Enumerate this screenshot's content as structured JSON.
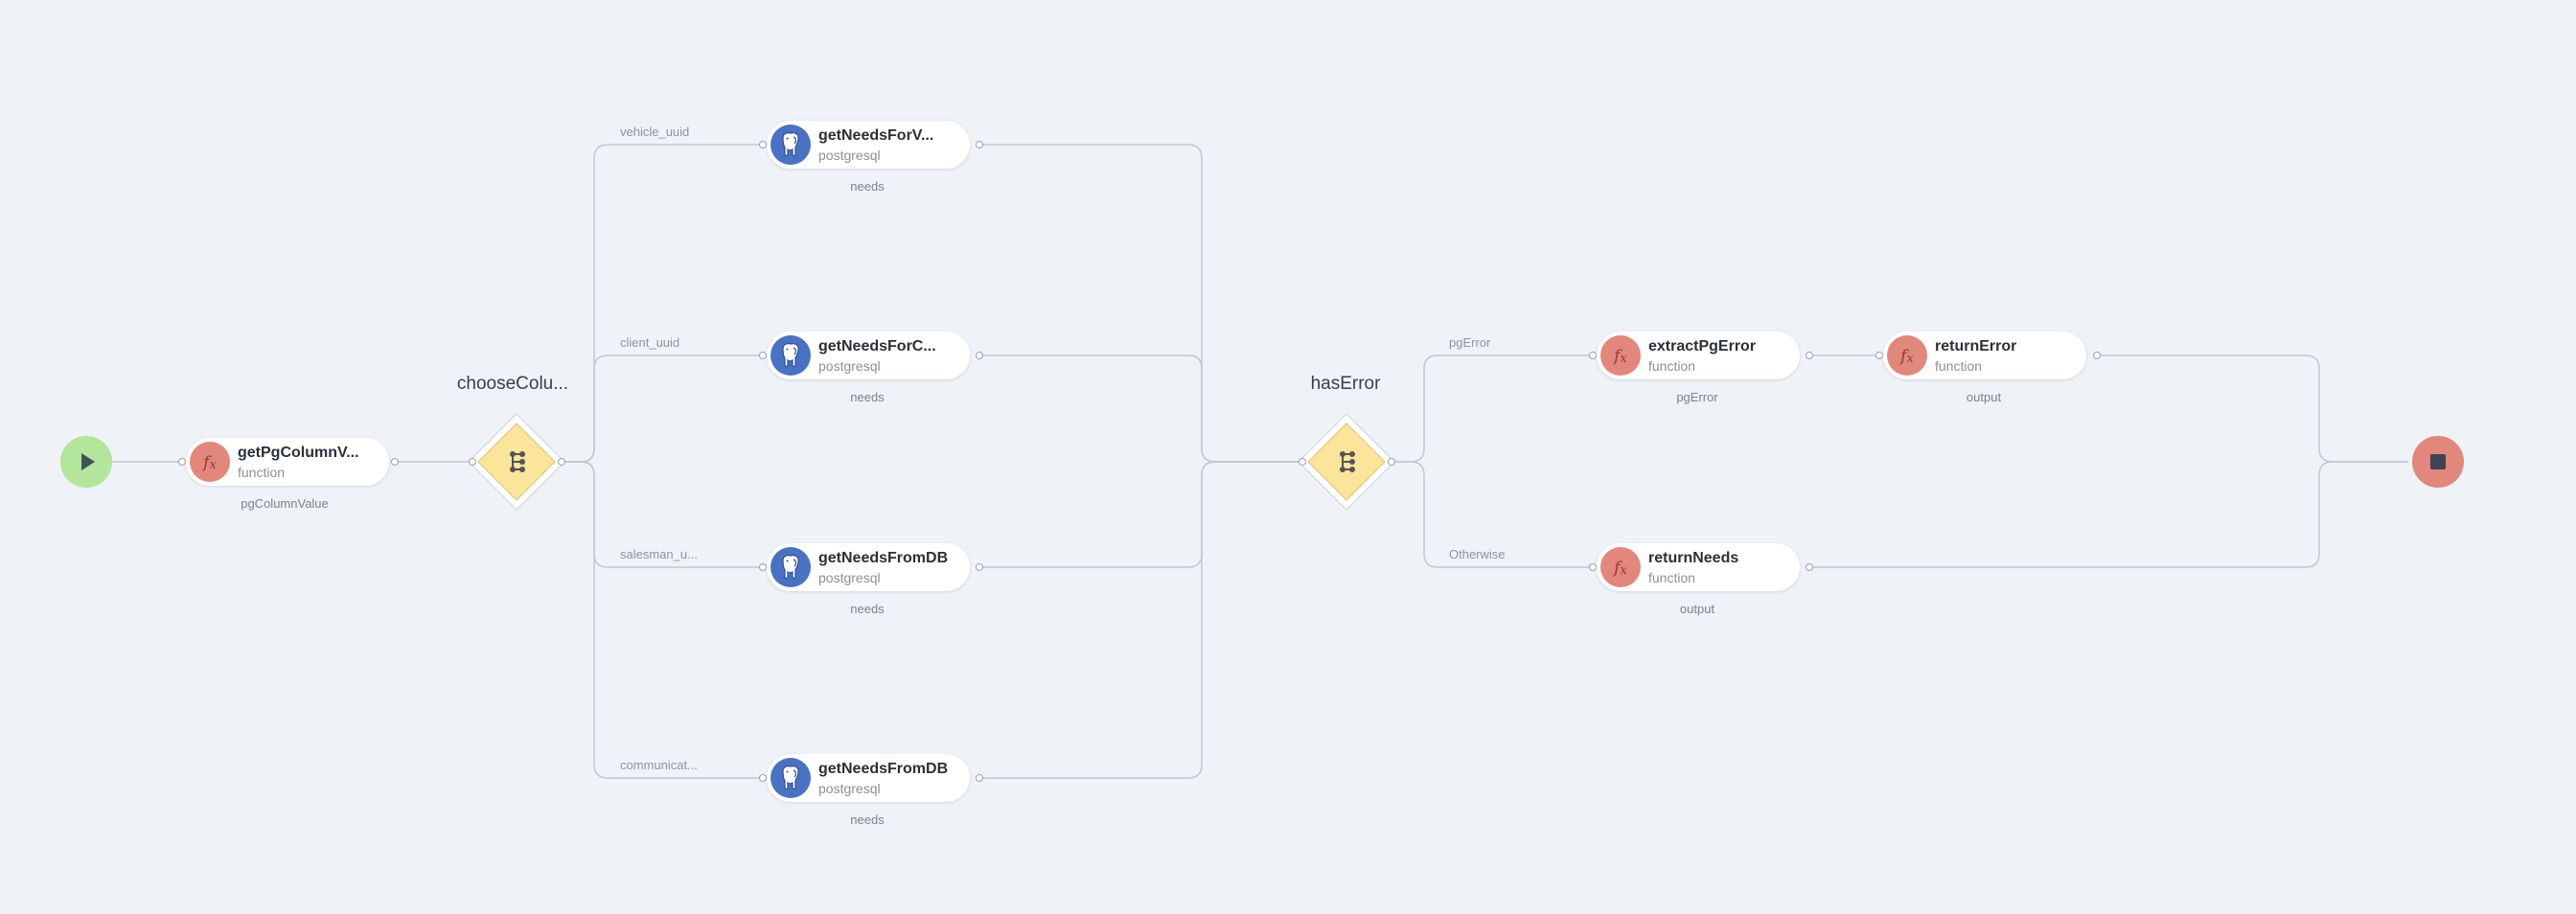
{
  "colors": {
    "background": "#eff2f7",
    "edge": "#c2c7d0",
    "start": "#b3e59a",
    "start_icon": "#41515d",
    "end": "#e3867b",
    "end_icon": "#3f4550",
    "function_icon_bg": "#e3867b",
    "postgres_icon_bg": "#4a72c4",
    "gateway_fill": "#fbe59a"
  },
  "start": {
    "icon": "play-icon"
  },
  "end": {
    "icon": "stop-icon"
  },
  "nodes": {
    "getPgColumnValue": {
      "title": "getPgColumnV...",
      "type": "function",
      "icon": "function-icon",
      "output": "pgColumnValue"
    },
    "getNeedsForVehicle": {
      "title": "getNeedsForV...",
      "type": "postgresql",
      "icon": "postgresql-elephant-icon",
      "output": "needs"
    },
    "getNeedsForClient": {
      "title": "getNeedsForC...",
      "type": "postgresql",
      "icon": "postgresql-elephant-icon",
      "output": "needs"
    },
    "getNeedsFromDB1": {
      "title": "getNeedsFromDB",
      "type": "postgresql",
      "icon": "postgresql-elephant-icon",
      "output": "needs"
    },
    "getNeedsFromDB2": {
      "title": "getNeedsFromDB",
      "type": "postgresql",
      "icon": "postgresql-elephant-icon",
      "output": "needs"
    },
    "extractPgError": {
      "title": "extractPgError",
      "type": "function",
      "icon": "function-icon",
      "output": "pgError"
    },
    "returnError": {
      "title": "returnError",
      "type": "function",
      "icon": "function-icon",
      "output": "output"
    },
    "returnNeeds": {
      "title": "returnNeeds",
      "type": "function",
      "icon": "function-icon",
      "output": "output"
    }
  },
  "gateways": {
    "chooseColumn": {
      "label": "chooseColu...",
      "icon": "branch-icon"
    },
    "hasError": {
      "label": "hasError",
      "icon": "branch-icon"
    }
  },
  "edge_labels": {
    "vehicle": "vehicle_uuid",
    "client": "client_uuid",
    "salesman": "salesman_u...",
    "communication": "communicat...",
    "pgError": "pgError",
    "otherwise": "Otherwise"
  }
}
